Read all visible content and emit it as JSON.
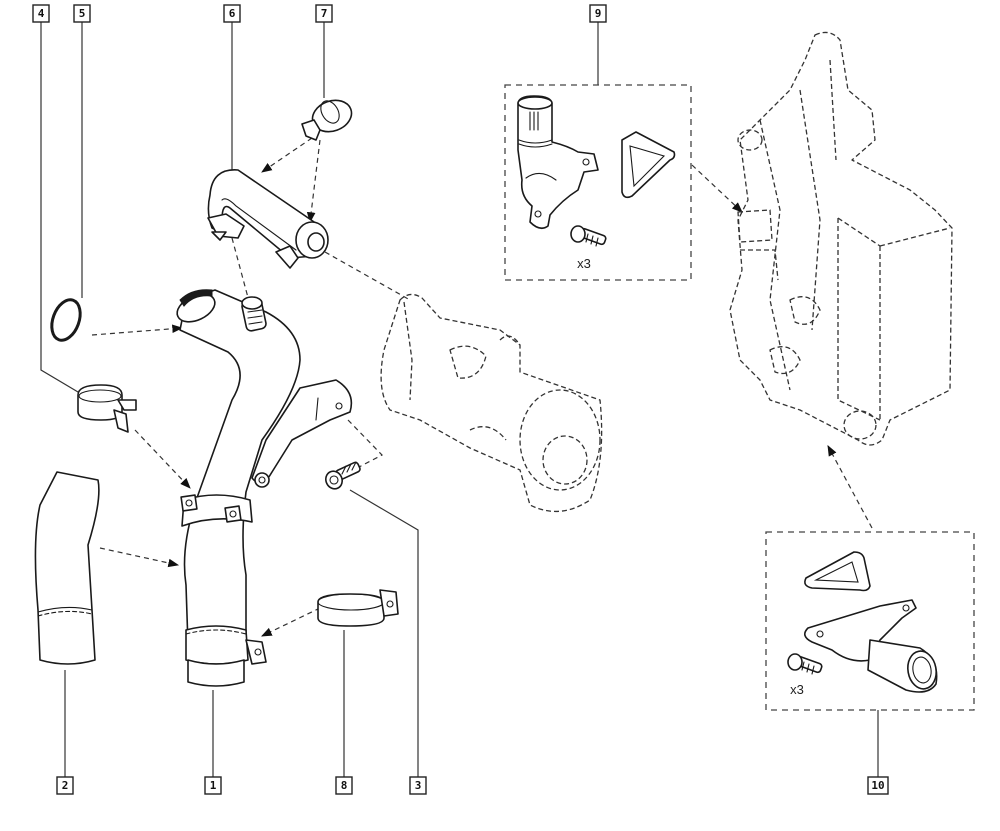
{
  "diagram": {
    "type": "exploded parts diagram",
    "subject": "Engine cooling hoses, clamps, water pump and thermostat housing kits",
    "callouts": [
      {
        "id": "1",
        "label": "1",
        "part": "main coolant pipe with bracket"
      },
      {
        "id": "2",
        "label": "2",
        "part": "lower rubber hose"
      },
      {
        "id": "3",
        "label": "3",
        "part": "flange bolt"
      },
      {
        "id": "4",
        "label": "4",
        "part": "hose clamp"
      },
      {
        "id": "5",
        "label": "5",
        "part": "O-ring seal"
      },
      {
        "id": "6",
        "label": "6",
        "part": "upper bent hose"
      },
      {
        "id": "7",
        "label": "7",
        "part": "small hose clamp"
      },
      {
        "id": "8",
        "label": "8",
        "part": "large hose clamp"
      },
      {
        "id": "9",
        "label": "9",
        "part": "thermostat housing kit (upper)"
      },
      {
        "id": "10",
        "label": "10",
        "part": "thermostat housing kit (lower)"
      }
    ],
    "kits": [
      {
        "id": "9",
        "quantity_label": "x3"
      },
      {
        "id": "10",
        "quantity_label": "x3"
      }
    ],
    "ghost_components": [
      "water pump",
      "engine block with oil cooler"
    ]
  }
}
